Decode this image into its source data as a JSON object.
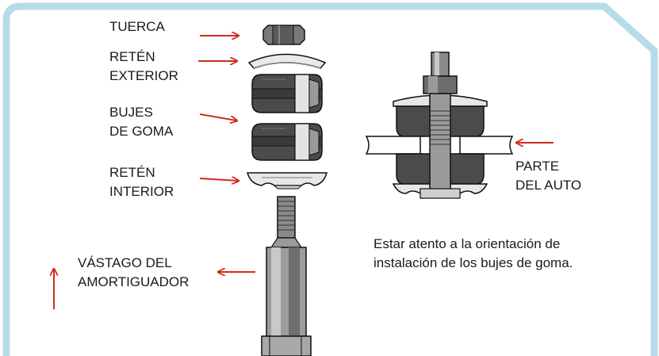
{
  "colors": {
    "frame": "#b7dbe9",
    "arrow": "#d32a1f",
    "part_dark": "#4a4a4a",
    "part_mid": "#8a8a8a",
    "part_light": "#e6e6e6",
    "outline": "#111111"
  },
  "labels": {
    "tuerca": "TUERCA",
    "reten_exterior": [
      "RETÉN",
      "EXTERIOR"
    ],
    "bujes_de_goma": [
      "BUJES",
      "DE GOMA"
    ],
    "reten_interior": [
      "RETÉN",
      "INTERIOR"
    ],
    "vastago": [
      "VÁSTAGO DEL",
      "AMORTIGUADOR"
    ],
    "parte_del_auto": [
      "PARTE",
      "DEL AUTO"
    ]
  },
  "note": [
    "Estar atento a la orientación de",
    "instalación de los bujes de goma."
  ]
}
